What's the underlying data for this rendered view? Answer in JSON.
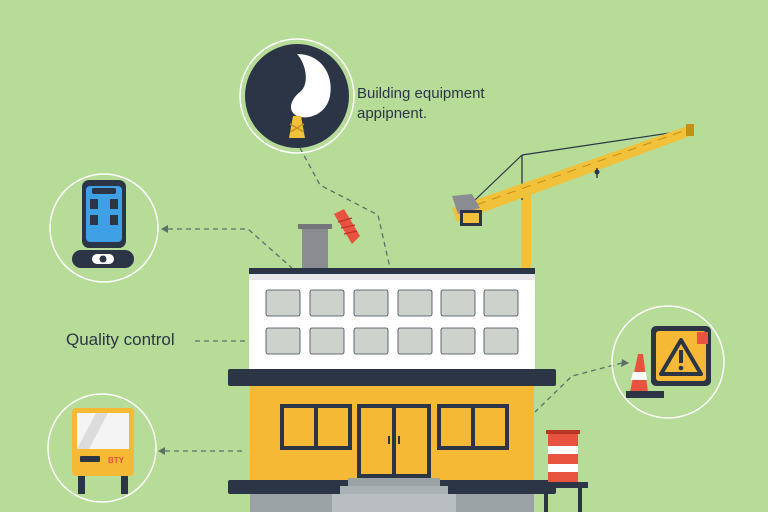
{
  "labels": {
    "equipment_line1": "Building equipment",
    "equipment_line2": "appipnent.",
    "quality_control": "Quality control"
  },
  "icons": {
    "top": "lightbulb-icon",
    "left_top": "phone-icon",
    "left_bottom": "signboard-icon",
    "right": "warning-sign-icon"
  },
  "colors": {
    "background": "#b7dc98",
    "building_yellow": "#f5b935",
    "navy": "#2b3546",
    "crane_yellow": "#f2c13a",
    "accent_red": "#e8533f"
  }
}
